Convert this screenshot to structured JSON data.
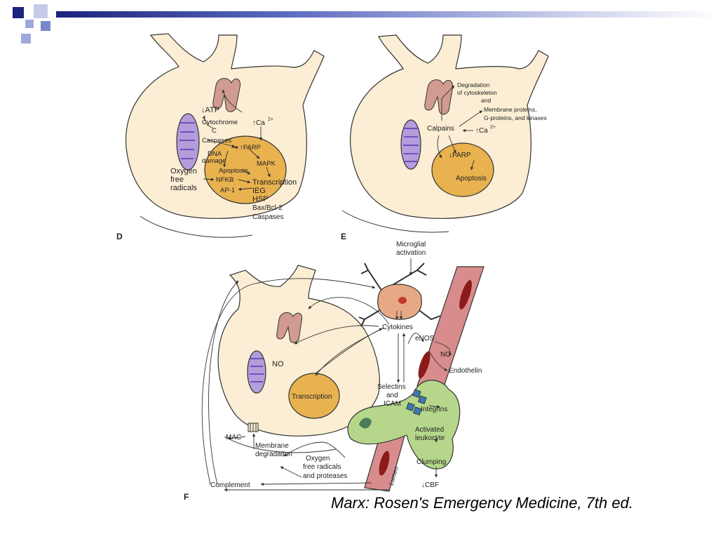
{
  "slide": {
    "colors": {
      "corner_dark": "#1a237e",
      "corner_light": "#9fa8da",
      "rule_start": "#1a237e",
      "rule_end": "#ffffff"
    },
    "caption": "Marx: Rosen's Emergency Medicine, 7th ed."
  },
  "panel_d": {
    "letter": "D",
    "atp": "↓ATP",
    "cytochrome_1": "Cytochrome",
    "cytochrome_2": "C",
    "ca": "↑Ca",
    "ca_sup": "2+",
    "caspases": "Caspases",
    "parp": "↑PARP",
    "dna_1": "DNA",
    "dna_2": "damage",
    "mapk": "MAPK",
    "apoptosis": "Apoptosis",
    "oxygen_1": "Oxygen",
    "oxygen_2": "free",
    "oxygen_3": "radicals",
    "nfkb": "NFKB",
    "transcription": "Transcription",
    "ap1": "AP-1",
    "ieg": "IEG",
    "hsp": "HSP",
    "bax": "Bax/Bcl-2",
    "caspases2": "Caspases"
  },
  "panel_e": {
    "letter": "E",
    "degr_1": "Degradation",
    "degr_2": "of cytoskeleton",
    "degr_3": "and",
    "mem_1": "Membrane proteins,",
    "mem_2": "G-proteins, and kinases",
    "calpains": "Calpains",
    "ca": "↑Ca",
    "ca_sup": "2+",
    "parp": "↓PARP",
    "apoptosis": "Apoptosis"
  },
  "panel_f": {
    "letter": "F",
    "micro_1": "Microglial",
    "micro_2": "activation",
    "cytokines": "Cytokines",
    "enos": "eNOS",
    "no_vessel": "NO",
    "no_neuron": "NO",
    "endothelin": "Endothelin",
    "selectins_1": "Selectins",
    "selectins_2": "and",
    "selectins_3": "ICAM",
    "integrins": "Integrins",
    "transcription": "Transcription",
    "mac": "MAC",
    "membrane_1": "Membrane",
    "membrane_2": "degradation",
    "activated_1": "Activated",
    "activated_2": "leukocyte",
    "oxy_1": "Oxygen",
    "oxy_2": "free radicals",
    "oxy_3": "and proteases",
    "clumping": "Clumping",
    "lumen": "Lumen",
    "cbf": "↓CBF",
    "complement": "Complement"
  }
}
